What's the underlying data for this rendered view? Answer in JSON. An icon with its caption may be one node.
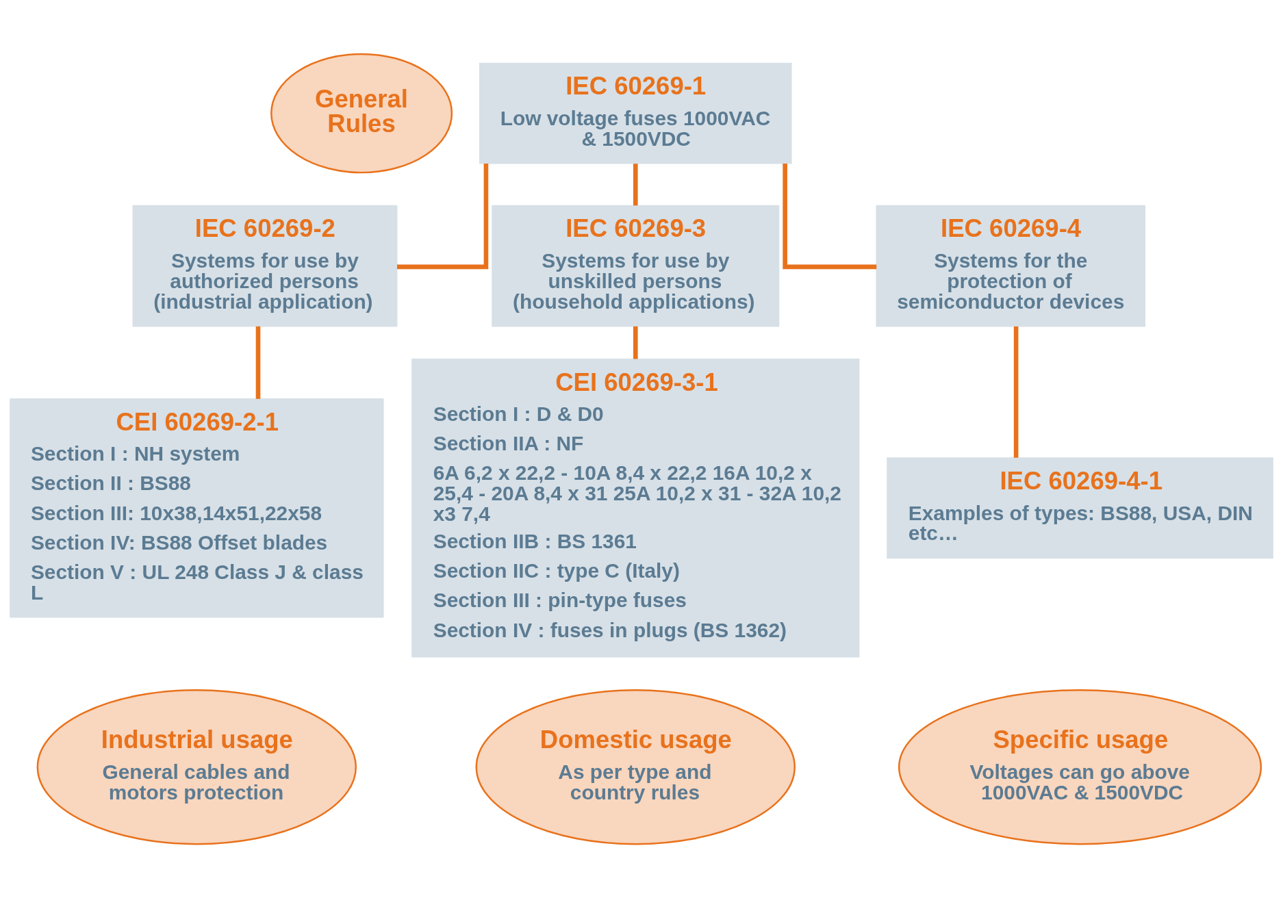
{
  "diagram": {
    "nodes": [
      {
        "text": [
          "General Rules"
        ]
      },
      {
        "text": [
          "IEC 60269-1",
          "Low voltage fuses 1000VAC & 1500VDC"
        ]
      },
      {
        "text": [
          "IEC 60269-2",
          "Systems for use by authorized persons (industrial application)"
        ]
      },
      {
        "text": [
          "IEC 60269-3",
          "Systems for use by unskilled persons (household applications)"
        ]
      },
      {
        "text": [
          "IEC 60269-4",
          "Systems for the protection of semiconductor devices"
        ]
      },
      {
        "text": [
          "CEI 60269-2-1",
          "Section I : NH system",
          "Section II : BS88",
          "Section III: 10x38,14x51,22x58",
          "Section IV: BS88 Offset blades",
          "Section V : UL 248 Class J & class L"
        ]
      },
      {
        "text": [
          "CEI 60269-3-1",
          "Section I : D & D0",
          "Section IIA : NF",
          "6A 6,2 x 22,2 - 10A 8,4 x 22,2 16A 10,2 x 25,4 - 20A 8,4 x 31 25A 10,2 x 31 - 32A 10,2 x3 7,4",
          "Section IIB : BS 1361",
          "Section IIC : type C (Italy)",
          "Section III : pin-type fuses",
          "Section IV : fuses in plugs (BS 1362)"
        ]
      },
      {
        "text": [
          "IEC 60269-4-1",
          "Examples of types: BS88, USA, DIN etc…"
        ]
      },
      {
        "text": [
          "Industrial usage",
          "General cables and motors protection"
        ]
      },
      {
        "text": [
          "Domestic usage",
          "As per type and country rules"
        ]
      },
      {
        "text": [
          "Specific usage",
          "Voltages can go above 1000VAC & 1500VDC"
        ]
      }
    ],
    "edges": [
      {
        "from": 1,
        "to": 2,
        "arrow": "none"
      },
      {
        "from": 1,
        "to": 3,
        "arrow": "none"
      },
      {
        "from": 1,
        "to": 4,
        "arrow": "none"
      },
      {
        "from": 2,
        "to": 5,
        "arrow": "none"
      },
      {
        "from": 3,
        "to": 6,
        "arrow": "none"
      },
      {
        "from": 4,
        "to": 7,
        "arrow": "none"
      }
    ]
  }
}
